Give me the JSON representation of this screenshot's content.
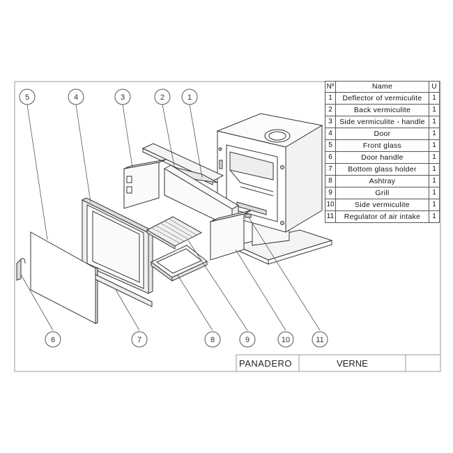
{
  "parts_table": {
    "headers": {
      "no": "Nº",
      "name": "Name",
      "qty": "U"
    },
    "rows": [
      {
        "no": "1",
        "name": "Deflector of vermiculite",
        "qty": "1"
      },
      {
        "no": "2",
        "name": "Back vermiculite",
        "qty": "1"
      },
      {
        "no": "3",
        "name": "Side vermiculite - handle",
        "qty": "1"
      },
      {
        "no": "4",
        "name": "Door",
        "qty": "1"
      },
      {
        "no": "5",
        "name": "Front glass",
        "qty": "1"
      },
      {
        "no": "6",
        "name": "Door handle",
        "qty": "1"
      },
      {
        "no": "7",
        "name": "Bottom glass holder",
        "qty": "1"
      },
      {
        "no": "8",
        "name": "Ashtray",
        "qty": "1"
      },
      {
        "no": "9",
        "name": "Grill",
        "qty": "1"
      },
      {
        "no": "10",
        "name": "Side vermiculite",
        "qty": "1"
      },
      {
        "no": "11",
        "name": "Regulator of air intake",
        "qty": "1"
      }
    ]
  },
  "balloons": {
    "top": [
      "5",
      "4",
      "3",
      "2",
      "1"
    ],
    "bottom": [
      "6",
      "7",
      "8",
      "9",
      "10",
      "11"
    ]
  },
  "title_block": {
    "brand": "PANADERO",
    "model": "VERNE"
  }
}
